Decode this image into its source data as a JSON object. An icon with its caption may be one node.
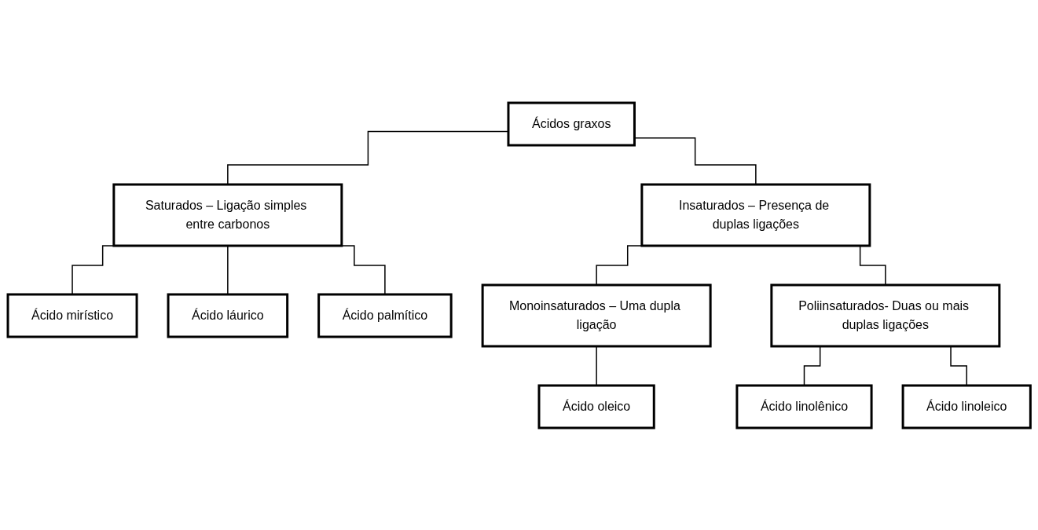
{
  "diagram": {
    "nodes": [
      {
        "text": [
          "Ácidos graxos"
        ]
      },
      {
        "text": [
          "Saturados – Ligação simples entre carbonos"
        ]
      },
      {
        "text": [
          "Insaturados – Presença de duplas ligações"
        ]
      },
      {
        "text": [
          "Ácido mirístico"
        ]
      },
      {
        "text": [
          "Ácido láurico"
        ]
      },
      {
        "text": [
          "Ácido palmítico"
        ]
      },
      {
        "text": [
          "Monoinsaturados – Uma dupla ligação"
        ]
      },
      {
        "text": [
          "Poliinsaturados- Duas ou mais duplas ligações"
        ]
      },
      {
        "text": [
          "Ácido oleico"
        ]
      },
      {
        "text": [
          "Ácido linolênico"
        ]
      },
      {
        "text": [
          "Ácido linoleico"
        ]
      }
    ],
    "edges": [
      {
        "from": 0,
        "to": 1,
        "arrow": "none"
      },
      {
        "from": 0,
        "to": 2,
        "arrow": "none"
      },
      {
        "from": 1,
        "to": 3,
        "arrow": "none"
      },
      {
        "from": 1,
        "to": 5,
        "arrow": "none"
      },
      {
        "from": 1,
        "to": 4,
        "arrow": "none"
      },
      {
        "from": 2,
        "to": 6,
        "arrow": "none"
      },
      {
        "from": 2,
        "to": 7,
        "arrow": "none"
      },
      {
        "from": 6,
        "to": 8,
        "arrow": "none"
      },
      {
        "from": 7,
        "to": 9,
        "arrow": "none"
      },
      {
        "from": 7,
        "to": 10,
        "arrow": "none"
      }
    ]
  }
}
